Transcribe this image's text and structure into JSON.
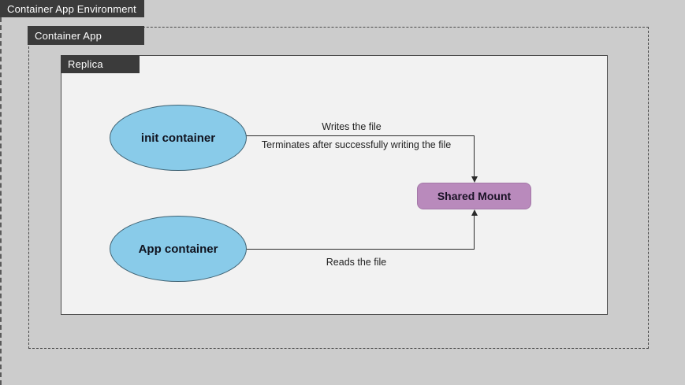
{
  "boxes": {
    "environment": {
      "label": "Container App Environment"
    },
    "container_app": {
      "label": "Container App"
    },
    "replica": {
      "label": "Replica"
    }
  },
  "nodes": {
    "init_container": {
      "label": "init container",
      "shape": "ellipse",
      "fill": "#89cbe9"
    },
    "app_container": {
      "label": "App container",
      "shape": "ellipse",
      "fill": "#89cbe9"
    },
    "shared_mount": {
      "label": "Shared Mount",
      "shape": "rounded-rect",
      "fill": "#b98abc"
    }
  },
  "edges": [
    {
      "from": "init_container",
      "to": "shared_mount",
      "labels": [
        "Writes the file",
        "Terminates after successfully writing the file"
      ]
    },
    {
      "from": "app_container",
      "to": "shared_mount",
      "labels": [
        "Reads the file"
      ]
    }
  ],
  "colors": {
    "background": "#cccccc",
    "label_box": "#3b3b3b",
    "label_text": "#ffffff",
    "replica_fill": "#f2f2f2",
    "node_blue": "#89cbe9",
    "node_purple": "#b98abc",
    "line": "#2b2b2b"
  }
}
